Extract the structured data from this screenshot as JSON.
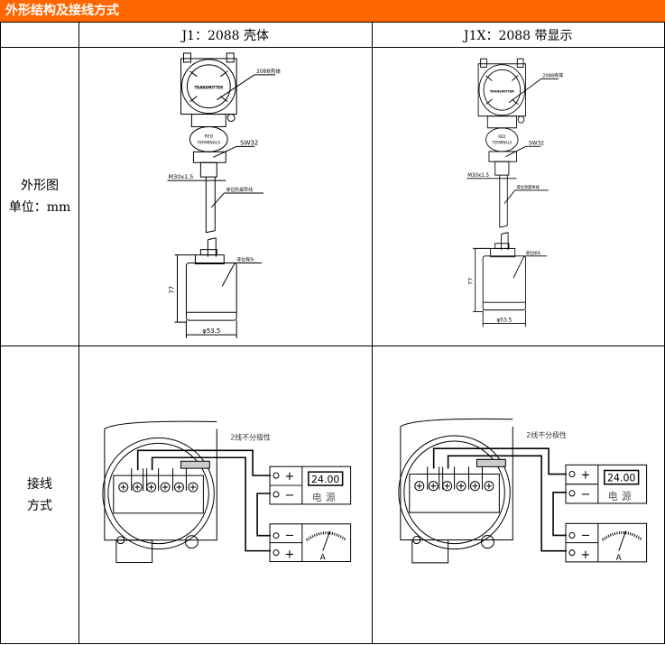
{
  "section_title": "外形结构及接线方式",
  "colors": {
    "header_bg": "#FF6600",
    "header_text": "#FFFFFF"
  },
  "columns": [
    "",
    "J1：2088 壳体",
    "J1X：2088 带显示"
  ],
  "rows": [
    {
      "label_line1": "外形图",
      "label_line2": "单位：mm"
    },
    {
      "label_line1": "接线",
      "label_line2": "方式"
    }
  ],
  "dimension_drawing": {
    "housing_label": "2088壳体",
    "transmitter_text": "TRANSMITTER",
    "terminal_text_1": "RED",
    "terminal_text_2": "TERMINALS",
    "nut_label": "SW32",
    "thread_label": "M30x1.5",
    "cable_label": "液位防漏导线",
    "probe_label": "液位探头",
    "height_dim": "77",
    "diameter_dim": "φ53.5"
  },
  "wiring_drawing": {
    "note": "2线不分极性",
    "plus": "+",
    "minus": "−",
    "display_value": "24.00",
    "power_label": "电源",
    "ammeter_unit": "A"
  }
}
